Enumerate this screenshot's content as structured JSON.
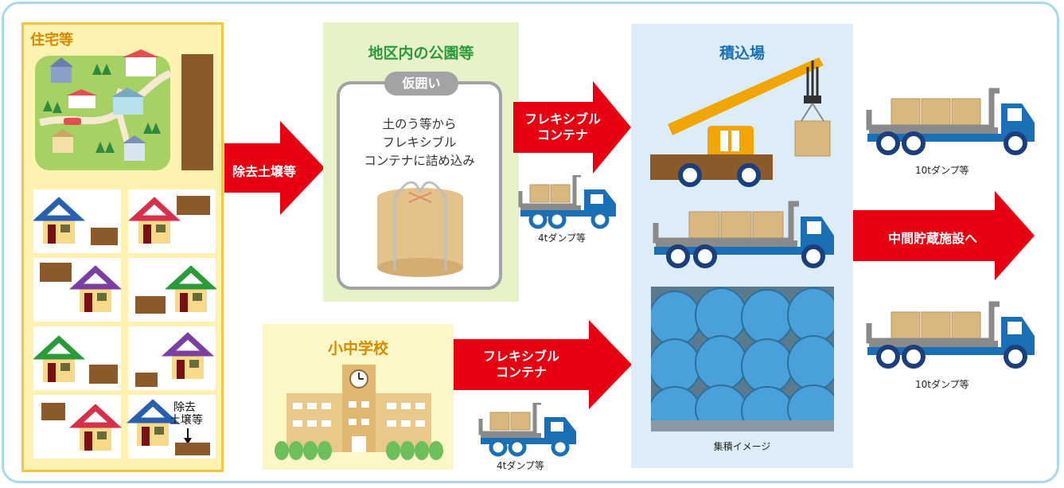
{
  "residential": {
    "title": "住宅等",
    "removed_label_line1": "除去",
    "removed_label_line2": "土壌等"
  },
  "arrow_removed_soil": "除去土壌等",
  "park": {
    "title": "地区内の公園等",
    "pill": "仮囲い",
    "line1": "土のう等から",
    "line2": "フレキシブル",
    "line3": "コンテナに詰め込み"
  },
  "school": {
    "title": "小中学校"
  },
  "arrow_flex_top": {
    "line1": "フレキシブル",
    "line2": "コンテナ"
  },
  "arrow_flex_bottom": {
    "line1": "フレキシブル",
    "line2": "コンテナ"
  },
  "truck_4t_top_caption": "4tダンプ等",
  "truck_4t_bottom_caption": "4tダンプ等",
  "loading": {
    "title": "積込場",
    "photo_caption": "集積イメージ"
  },
  "truck_10t_top_caption": "10tダンプ等",
  "truck_10t_bottom_caption": "10tダンプ等",
  "arrow_interim": "中間貯蔵施設へ",
  "colors": {
    "red": "#e60012",
    "blue": "#1b6fb5",
    "frame": "#a9d8f0",
    "soil": "#8b5a2b",
    "box": "#d9b77e"
  }
}
